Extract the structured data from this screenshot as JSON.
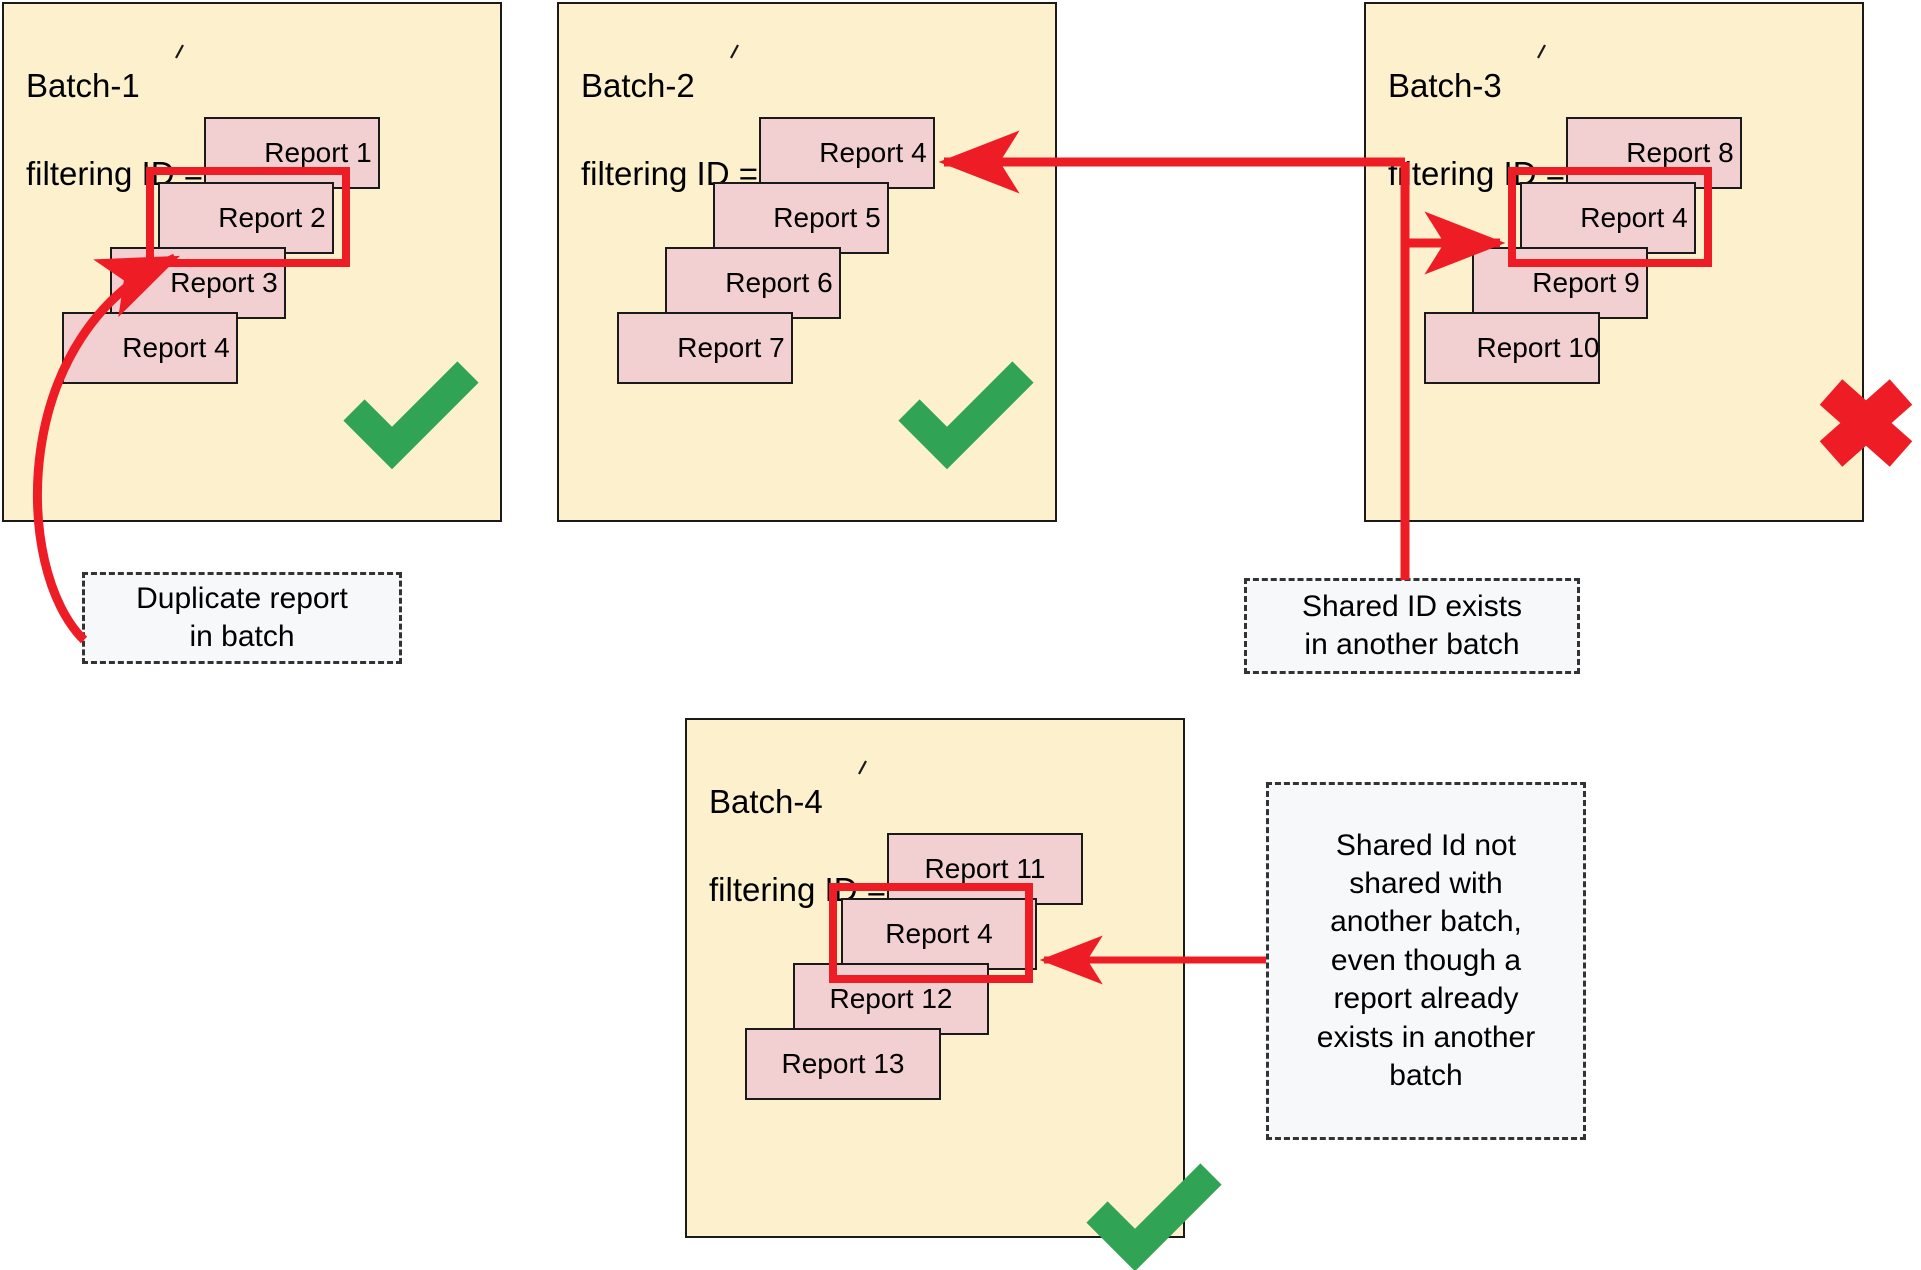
{
  "diagram": {
    "title_prefix": "Batch",
    "tick_glyph": "`"
  },
  "batches": [
    {
      "name": "batch-1",
      "title": "Batch-1",
      "filter_label": "filtering ID = 0",
      "status": "valid",
      "status_mark": "check",
      "reports": [
        {
          "label": "Report 1",
          "highlighted": false
        },
        {
          "label": "Report 2",
          "highlighted": true
        },
        {
          "label": "Report 3",
          "highlighted": false
        },
        {
          "label": "Report 4",
          "highlighted": false
        }
      ]
    },
    {
      "name": "batch-2",
      "title": "Batch-2",
      "filter_label": "filtering ID = 0",
      "status": "valid",
      "status_mark": "check",
      "reports": [
        {
          "label": "Report 4",
          "highlighted": false
        },
        {
          "label": "Report 5",
          "highlighted": false
        },
        {
          "label": "Report 6",
          "highlighted": false
        },
        {
          "label": "Report 7",
          "highlighted": false
        }
      ]
    },
    {
      "name": "batch-3",
      "title": "Batch-3",
      "filter_label": "filtering ID = 0",
      "status": "invalid",
      "status_mark": "cross",
      "reports": [
        {
          "label": "Report 8",
          "highlighted": false
        },
        {
          "label": "Report 4",
          "highlighted": true
        },
        {
          "label": "Report 9",
          "highlighted": false
        },
        {
          "label": "Report 10",
          "highlighted": false
        }
      ]
    },
    {
      "name": "batch-4",
      "title": "Batch-4",
      "filter_label": "filtering ID = 1",
      "status": "valid",
      "status_mark": "check",
      "reports": [
        {
          "label": "Report 11",
          "highlighted": false
        },
        {
          "label": "Report 4",
          "highlighted": true
        },
        {
          "label": "Report 12",
          "highlighted": false
        },
        {
          "label": "Report 13",
          "highlighted": false
        }
      ]
    }
  ],
  "callouts": [
    {
      "name": "duplicate-report-callout",
      "text": "Duplicate report\nin batch"
    },
    {
      "name": "shared-id-exists-callout",
      "text": "Shared ID exists\nin another batch"
    },
    {
      "name": "shared-id-not-shared-callout",
      "text": "Shared Id not\nshared with\nanother batch,\neven though a\nreport already\nexists in another\nbatch"
    }
  ],
  "colors": {
    "batch_fill": "#fdf0cd",
    "report_fill": "#f2cfd0",
    "highlight_red": "#ee1c25",
    "arrow_red": "#ee1c25",
    "check_green": "#31a354",
    "cross_red": "#ee1c25",
    "callout_fill": "#f6f8fa",
    "stroke_black": "#1a1a1a"
  }
}
